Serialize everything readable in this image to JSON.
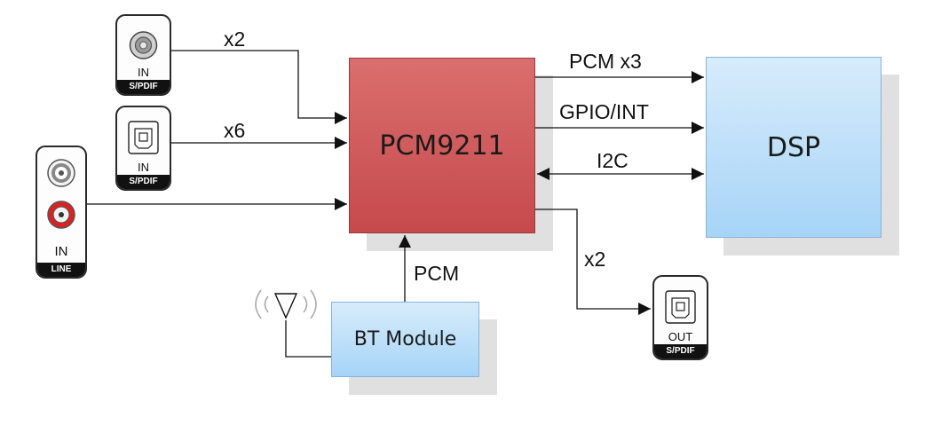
{
  "blocks": {
    "pcm": "PCM9211",
    "dsp": "DSP",
    "bt": "BT Module"
  },
  "links": {
    "coax_in_count": "x2",
    "optical_in_count": "x6",
    "pcm_out": "PCM x3",
    "gpio": "GPIO/INT",
    "i2c": "I2C",
    "bt_pcm": "PCM",
    "optical_out_count": "x2"
  },
  "connectors": {
    "coax_in": {
      "io": "IN",
      "type": "S/PDIF"
    },
    "optical_in": {
      "io": "IN",
      "type": "S/PDIF"
    },
    "line_in": {
      "io": "IN",
      "type": "LINE"
    },
    "optical_out": {
      "io": "OUT",
      "type": "S/PDIF"
    }
  },
  "colors": {
    "pcm_block": "#cf5a5c",
    "dsp_block": "#b8dcf8",
    "bt_block": "#b8dcf8",
    "line_red": "#e02020"
  }
}
